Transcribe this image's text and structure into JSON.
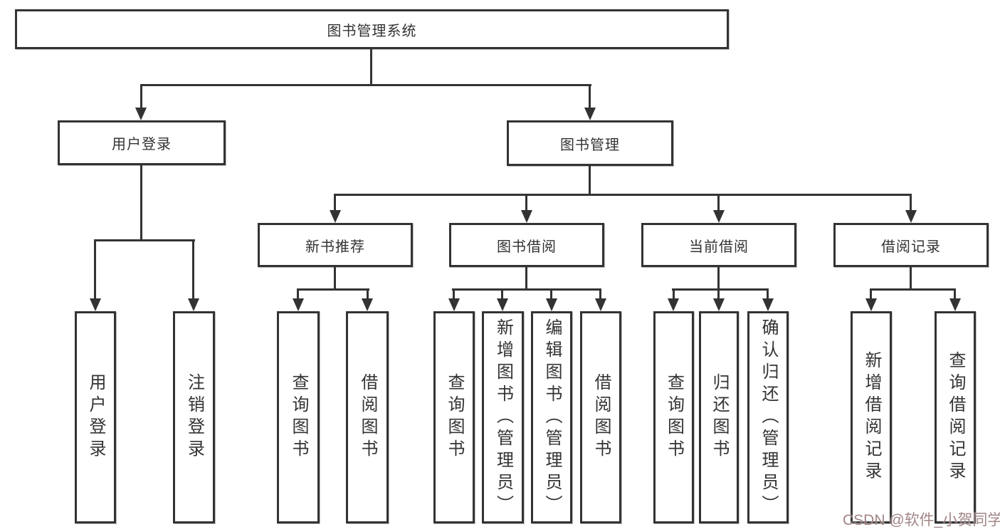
{
  "diagram": {
    "type": "hierarchy-tree",
    "colors": {
      "line": "#333333",
      "box_border": "#333333",
      "box_fill": "#ffffff",
      "text": "#333333",
      "background": "#ffffff",
      "watermark": "#927070"
    },
    "tree": {
      "root": "图书管理系统",
      "login": {
        "label": "用户登录",
        "children": [
          "用户登录",
          "注销登录"
        ]
      },
      "mgmt": {
        "label": "图书管理",
        "groups": [
          {
            "label": "新书推荐",
            "children": [
              "查询图书",
              "借阅图书"
            ]
          },
          {
            "label": "图书借阅",
            "children": [
              "查询图书",
              "新增图书（管理员）",
              "编辑图书（管理员）",
              "借阅图书"
            ]
          },
          {
            "label": "当前借阅",
            "children": [
              "查询图书",
              "归还图书",
              "确认归还（管理员）"
            ]
          },
          {
            "label": "借阅记录",
            "children": [
              "新增借阅记录",
              "查询借阅记录"
            ]
          }
        ]
      }
    },
    "watermark": "CSDN @软件_小贺同学"
  }
}
